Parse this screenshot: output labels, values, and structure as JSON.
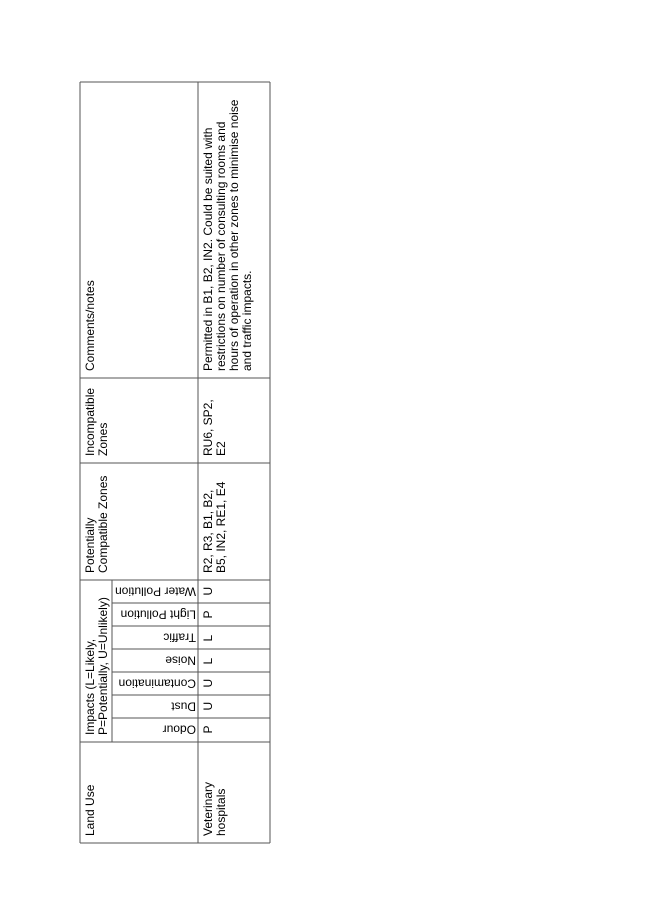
{
  "table": {
    "headers": {
      "land_use": "Land Use",
      "impacts_line1": "Impacts (L=Likely,",
      "impacts_line2": "P=Potentially, U=Unlikely)",
      "impact_columns": [
        "Odour",
        "Dust",
        "Contamination",
        "Noise",
        "Traffic",
        "Light Pollution",
        "Water Pollution"
      ],
      "compatible_line1": "Potentially",
      "compatible_line2": "Compatible Zones",
      "incompatible_line1": "Incompatible",
      "incompatible_line2": "Zones",
      "comments": "Comments/notes"
    },
    "row": {
      "land_use_line1": "Veterinary",
      "land_use_line2": "hospitals",
      "impacts": [
        "P",
        "U",
        "U",
        "L",
        "L",
        "P",
        "U"
      ],
      "compatible_line1": "R2, R3, B1, B2,",
      "compatible_line2": "B5, IN2, RE1, E4",
      "incompatible_line1": "RU6, SP2,",
      "incompatible_line2": "E2",
      "comments_lines": [
        "Permitted in B1, B2, IN2. Could be suited with",
        "restrictions on number of consulting rooms and",
        "hours of operation in other zones to minimise noise",
        "and traffic impacts."
      ]
    }
  }
}
